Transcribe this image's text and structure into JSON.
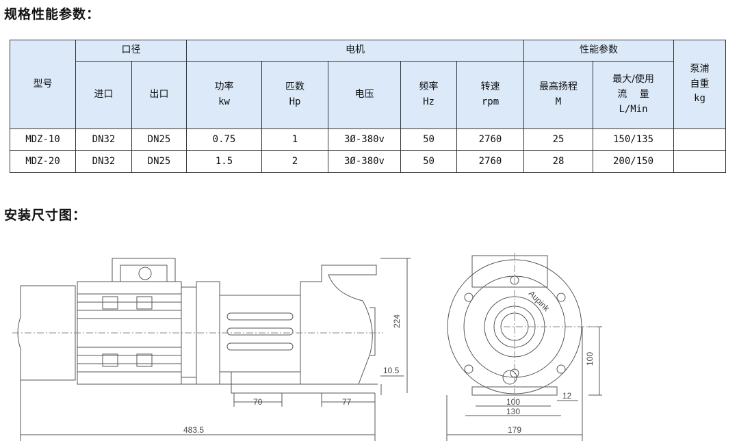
{
  "sections": {
    "spec_title": "规格性能参数：",
    "install_title": "安装尺寸图："
  },
  "table": {
    "model": "型号",
    "caliber": "口径",
    "motor": "电机",
    "performance": "性能参数",
    "weight": [
      "泵浦",
      "自重",
      "kg"
    ],
    "inlet": "进口",
    "outlet": "出口",
    "power": [
      "功率",
      "kw"
    ],
    "poles": [
      "匹数",
      "Hp"
    ],
    "voltage": "电压",
    "frequency": [
      "频率",
      "Hz"
    ],
    "speed": [
      "转速",
      "rpm"
    ],
    "head": [
      "最高扬程",
      "M"
    ],
    "flow": [
      "最大/使用",
      "流　 量",
      "L/Min"
    ],
    "rows": [
      [
        "MDZ-10",
        "DN32",
        "DN25",
        "0.75",
        "1",
        "3Ø-380v",
        "50",
        "2760",
        "25",
        "150/135",
        ""
      ],
      [
        "MDZ-20",
        "DN32",
        "DN25",
        "1.5",
        "2",
        "3Ø-380v",
        "50",
        "2760",
        "28",
        "200/150",
        ""
      ]
    ]
  },
  "drawing": {
    "dimensions": {
      "total_length": "483.5",
      "base_70": "70",
      "base_77": "77",
      "height_224": "224",
      "gap_10_5": "10.5",
      "shaft_height_100": "100",
      "foot_100": "100",
      "foot_130": "130",
      "foot_12": "12",
      "width_179": "179"
    },
    "logo_text": "Aupink"
  }
}
